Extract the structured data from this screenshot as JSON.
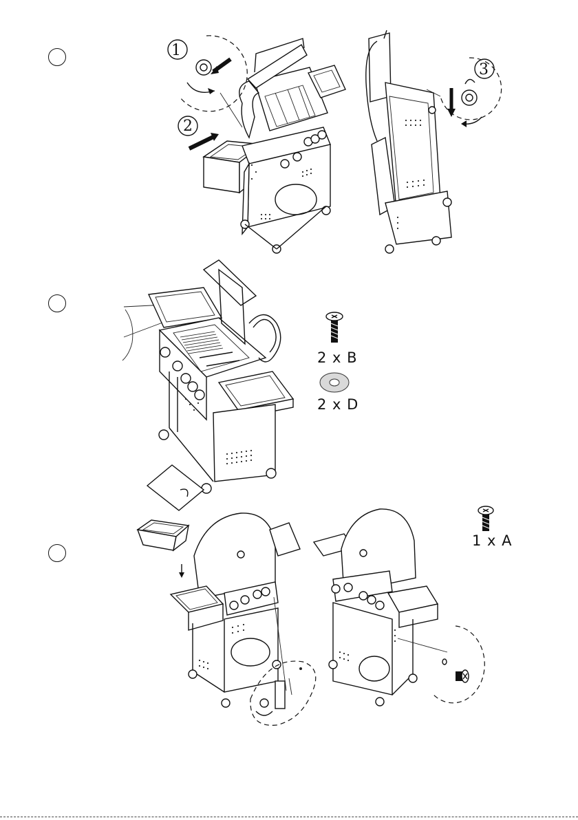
{
  "steps": [
    {
      "id": "step-1",
      "callouts": [
        "1",
        "2",
        "3"
      ]
    },
    {
      "id": "step-2",
      "parts": [
        {
          "label": "2 x B",
          "icon": "screw-icon"
        },
        {
          "label": "2 x D",
          "icon": "washer-icon"
        }
      ]
    },
    {
      "id": "step-3",
      "parts": [
        {
          "label": "1 x A",
          "icon": "screw-icon"
        }
      ]
    }
  ],
  "colors": {
    "ink": "#111111",
    "paper": "#ffffff",
    "washer": "#d9d9d9"
  }
}
